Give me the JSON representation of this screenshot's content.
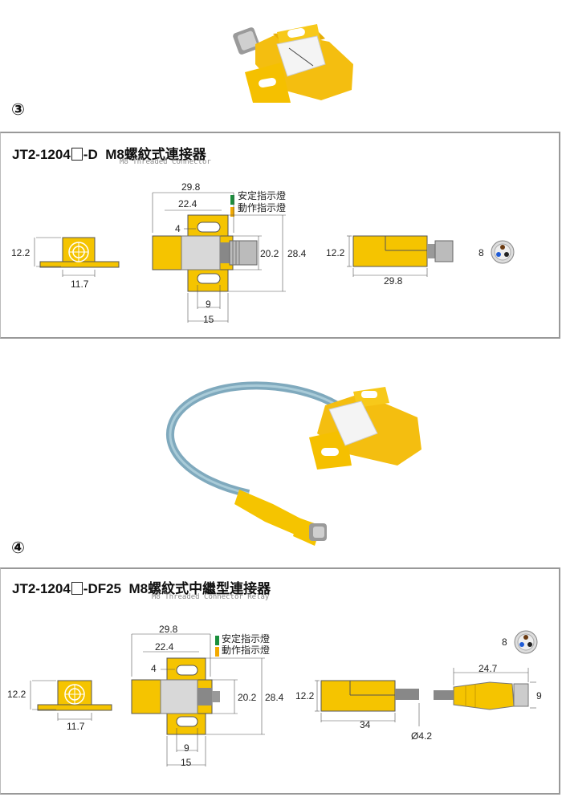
{
  "sections": [
    {
      "number": "③",
      "title_prefix": "JT2-1204",
      "title_suffix": "-D",
      "title_cn": "M8螺紋式連接器",
      "subtitle": "M8 Threaded Connector",
      "dims": {
        "w1": "29.8",
        "w2": "22.4",
        "slot": "4",
        "h1": "20.2",
        "h2": "28.4",
        "d1": "9",
        "d2": "15",
        "side_h": "12.2",
        "side_w": "11.7",
        "len_h": "12.2",
        "len_w": "29.8",
        "pin": "8"
      }
    },
    {
      "number": "④",
      "title_prefix": "JT2-1204",
      "title_suffix": "-DF25",
      "title_cn": "M8螺紋式中繼型連接器",
      "subtitle": "M8 Threaded Connector Relay",
      "dims": {
        "w1": "29.8",
        "w2": "22.4",
        "slot": "4",
        "h1": "20.2",
        "h2": "28.4",
        "d1": "9",
        "d2": "15",
        "side_h": "12.2",
        "side_w": "11.7",
        "len_h": "12.2",
        "len_w": "34",
        "cable_d": "Ø4.2",
        "plug_len": "24.7",
        "plug_d": "9",
        "pin": "8"
      }
    }
  ],
  "legend": {
    "stable": "安定指示燈",
    "action": "動作指示燈"
  },
  "colors": {
    "yellow": "#f5c400",
    "green": "#1a8f3c",
    "orange": "#f2a900",
    "cable": "#7fa9bd"
  }
}
